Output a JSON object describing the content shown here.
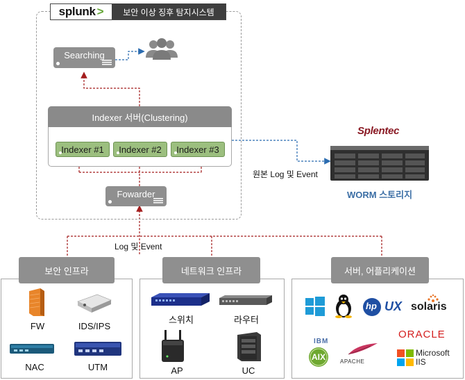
{
  "header": {
    "brand": "splunk",
    "brand_mark": ">",
    "title": "보안 이상 징후 탐지시스템"
  },
  "searching": {
    "label": "Searching"
  },
  "indexer_server": {
    "title": "Indexer 서버(Clustering)",
    "nodes": [
      "Indexer #1",
      "Indexer #2",
      "Indexer #3"
    ]
  },
  "forwarder": {
    "label": "Fowarder"
  },
  "storage": {
    "vendor": "Splentec",
    "edge_label": "원본 Log 및 Event",
    "label": "WORM 스토리지"
  },
  "collect_label": "Log 및 Event",
  "categories": [
    {
      "label": "보안 인프라",
      "devices": [
        "FW",
        "IDS/IPS",
        "NAC",
        "UTM"
      ]
    },
    {
      "label": "네트워크 인프라",
      "devices": [
        "스위치",
        "라우터",
        "AP",
        "UC"
      ]
    },
    {
      "label": "서버, 어플리케이션",
      "logos": {
        "hpux": "UX",
        "hp": "hp",
        "solaris": "solaris",
        "oracle": "ORACLE",
        "ibm": "IBM",
        "aix": "AIX",
        "apache": "APACHE",
        "microsoft": "Microsoft",
        "iis": "IIS"
      }
    }
  ],
  "colors": {
    "arrow_red": "#a31d1d",
    "arrow_blue": "#2b6cb0",
    "indexer_green": "#9cbf7f",
    "box_gray": "#8f8f8f"
  },
  "icons": [
    "users-icon",
    "firewall-icon",
    "ids-appliance-icon",
    "nac-appliance-icon",
    "utm-appliance-icon",
    "switch-icon",
    "router-icon",
    "ap-icon",
    "uc-server-icon",
    "windows-icon",
    "linux-icon",
    "storage-server-icon"
  ]
}
